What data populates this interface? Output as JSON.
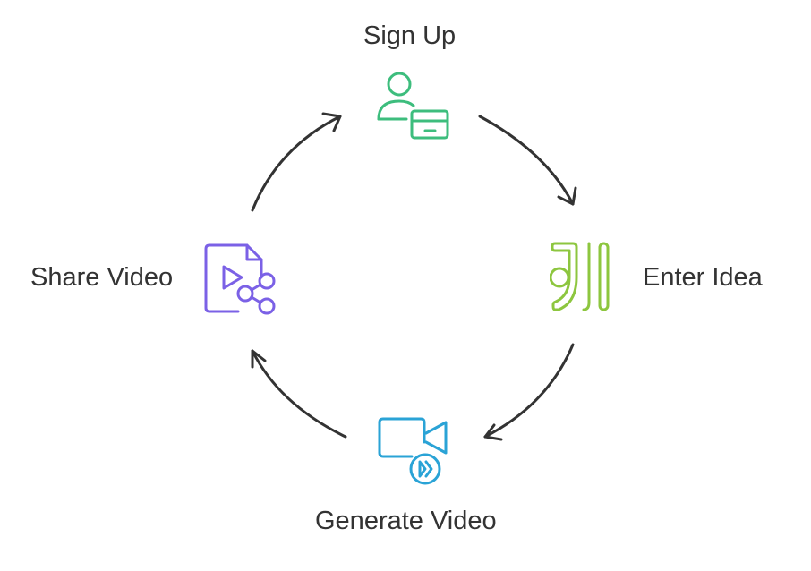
{
  "diagram": {
    "steps": [
      {
        "id": "sign-up",
        "label": "Sign Up",
        "icon": "user-card-icon",
        "color": "#3dbd7d"
      },
      {
        "id": "enter-idea",
        "label": "Enter Idea",
        "icon": "idea-glyph-icon",
        "color": "#8dc63f"
      },
      {
        "id": "generate-video",
        "label": "Generate Video",
        "icon": "video-camera-icon",
        "color": "#2aa3d6"
      },
      {
        "id": "share-video",
        "label": "Share Video",
        "icon": "video-share-icon",
        "color": "#7b61e6"
      }
    ],
    "arrow_color": "#333333",
    "flow": "clockwise"
  }
}
